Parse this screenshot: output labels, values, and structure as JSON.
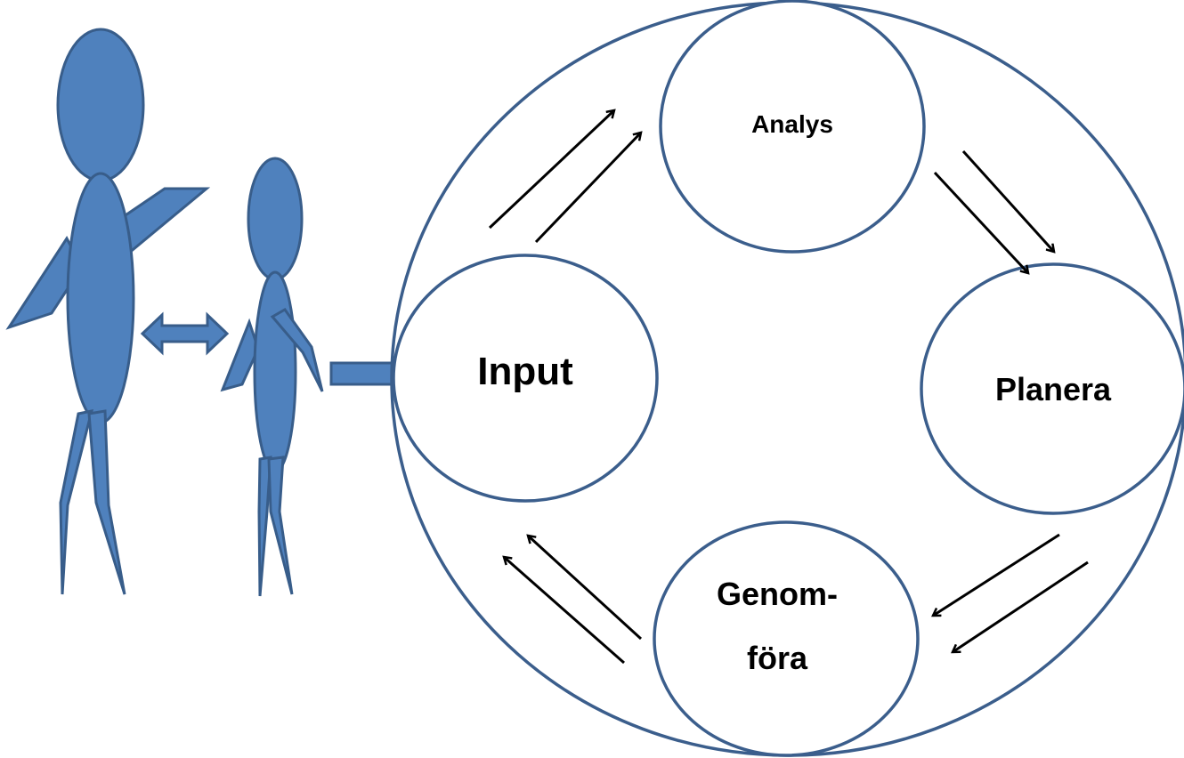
{
  "colors": {
    "figure_fill": "#4F81BD",
    "figure_stroke": "#385D8A",
    "circle_stroke": "#3B5E8C",
    "arrow_stroke": "#000000",
    "background": "#FFFFFF"
  },
  "icons": [
    "person-figure-large",
    "person-figure-small",
    "double-headed-arrow",
    "block-arrow-right"
  ],
  "nodes": {
    "input": "Input",
    "analys": "Analys",
    "planera": "Planera",
    "genomfora_line1": "Genom-",
    "genomfora_line2": "föra"
  }
}
